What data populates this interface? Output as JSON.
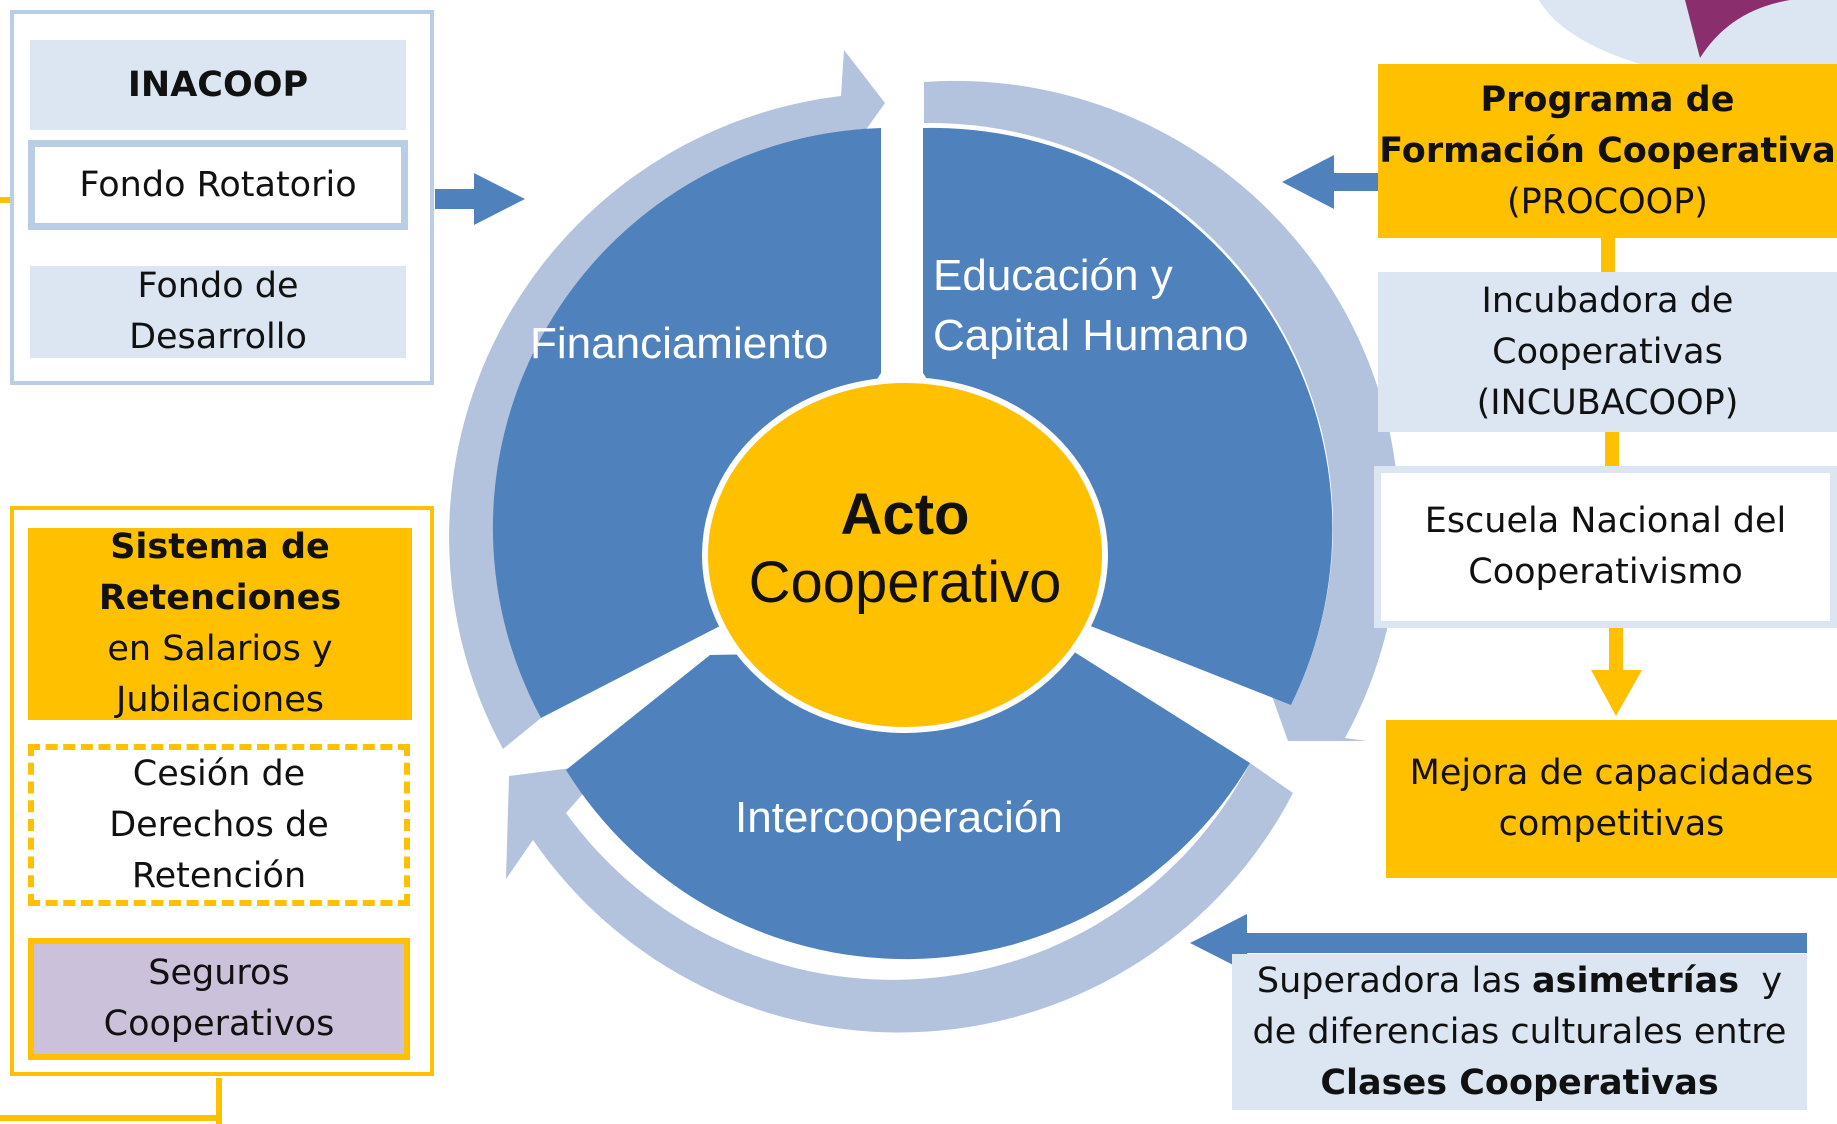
{
  "colors": {
    "accent_gold": "#FFC000",
    "segment_blue": "#4F81BD",
    "arrow_light_blue": "#B3C3DE",
    "box_light_blue": "#DCE6F2",
    "box_border_blue": "#B9CDE5",
    "box_lilac": "#CCC1DA",
    "arrow_blue": "#4F81BD"
  },
  "left_top": {
    "title": "INACOOP",
    "fondo_rotatorio": "Fondo Rotatorio",
    "fondo_desarrollo_line1": "Fondo de",
    "fondo_desarrollo_line2": "Desarrollo"
  },
  "left_bottom": {
    "sistema_line1": "Sistema de",
    "sistema_line2": "Retenciones",
    "sistema_line3": "en Salarios y",
    "sistema_line4": "Jubilaciones",
    "cesion_line1": "Cesión de",
    "cesion_line2": "Derechos de",
    "cesion_line3": "Retención",
    "seguros_line1": "Seguros",
    "seguros_line2": "Cooperativos"
  },
  "cycle": {
    "segment_financiamiento": "Financiamiento",
    "segment_educacion_line1": "Educación y",
    "segment_educacion_line2": "Capital Humano",
    "segment_intercooperacion": "Intercooperación",
    "center_bold": "Acto",
    "center_regular": "Cooperativo"
  },
  "right_column": {
    "procoop_line1": "Programa de",
    "procoop_line2": "Formación Cooperativa",
    "procoop_line3": "(PROCOOP)",
    "incubadora_line1": "Incubadora de",
    "incubadora_line2": "Cooperativas",
    "incubadora_line3": "(INCUBACOOP)",
    "escuela_line1": "Escuela Nacional del",
    "escuela_line2": "Cooperativismo",
    "mejora_line1": "Mejora de capacidades",
    "mejora_line2": "competitivas"
  },
  "bottom_right": {
    "line1_prefix": "Superadora las ",
    "line1_bold": "asimetrías",
    "line1_suffix": "  y",
    "line2": "de diferencias culturales entre",
    "line3_bold": "Clases Cooperativas"
  }
}
